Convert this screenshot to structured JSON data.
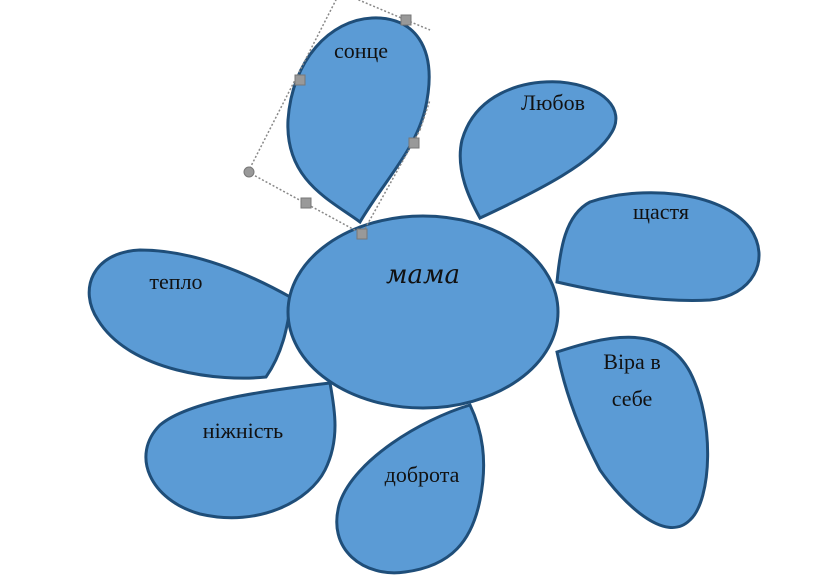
{
  "diagram": {
    "center": "мама",
    "petals": {
      "sun": "сонце",
      "love": "Любов",
      "happiness": "щастя",
      "warmth": "тепло",
      "faith_line1": "Віра в",
      "faith_line2": "себе",
      "tenderness": "ніжність",
      "kindness": "доброта"
    }
  },
  "colors": {
    "fill": "#5b9bd5",
    "stroke": "#1f4e79"
  }
}
